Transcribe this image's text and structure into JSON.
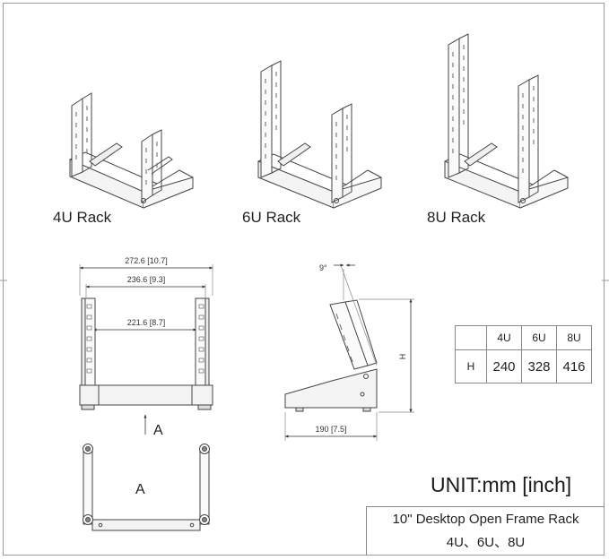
{
  "rack_labels": [
    "4U Rack",
    "6U Rack",
    "8U Rack"
  ],
  "dimensions": {
    "outer_width": "272.6 [10.7]",
    "mid_width": "236.6 [9.3]",
    "inner_width": "221.6 [8.7]",
    "depth": "190 [7.5]",
    "angle": "9°",
    "height_symbol": "H",
    "view_marker": "A",
    "view_label": "A"
  },
  "height_table": {
    "headers": [
      "",
      "4U",
      "6U",
      "8U"
    ],
    "row_label": "H",
    "values": [
      "240",
      "328",
      "416"
    ]
  },
  "unit_note": "UNIT:mm [inch]",
  "title": {
    "line1": "10\" Desktop Open Frame Rack",
    "line2": "4U、6U、8U"
  }
}
